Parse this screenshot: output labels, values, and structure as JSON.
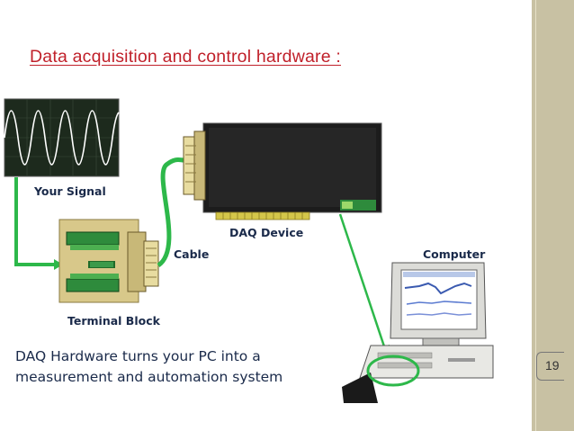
{
  "slide": {
    "title": "Data acquisition and control hardware :",
    "page_number": "19",
    "caption_line1": "DAQ Hardware turns your PC into a",
    "caption_line2": "measurement and automation system"
  },
  "labels": {
    "signal": "Your Signal",
    "daq_device": "DAQ Device",
    "cable": "Cable",
    "computer": "Computer",
    "terminal_block": "Terminal Block"
  },
  "colors": {
    "title": "#c0202a",
    "cable_green": "#2db84a",
    "text": "#1a2a4a",
    "sidebar": "#c8c1a3"
  }
}
